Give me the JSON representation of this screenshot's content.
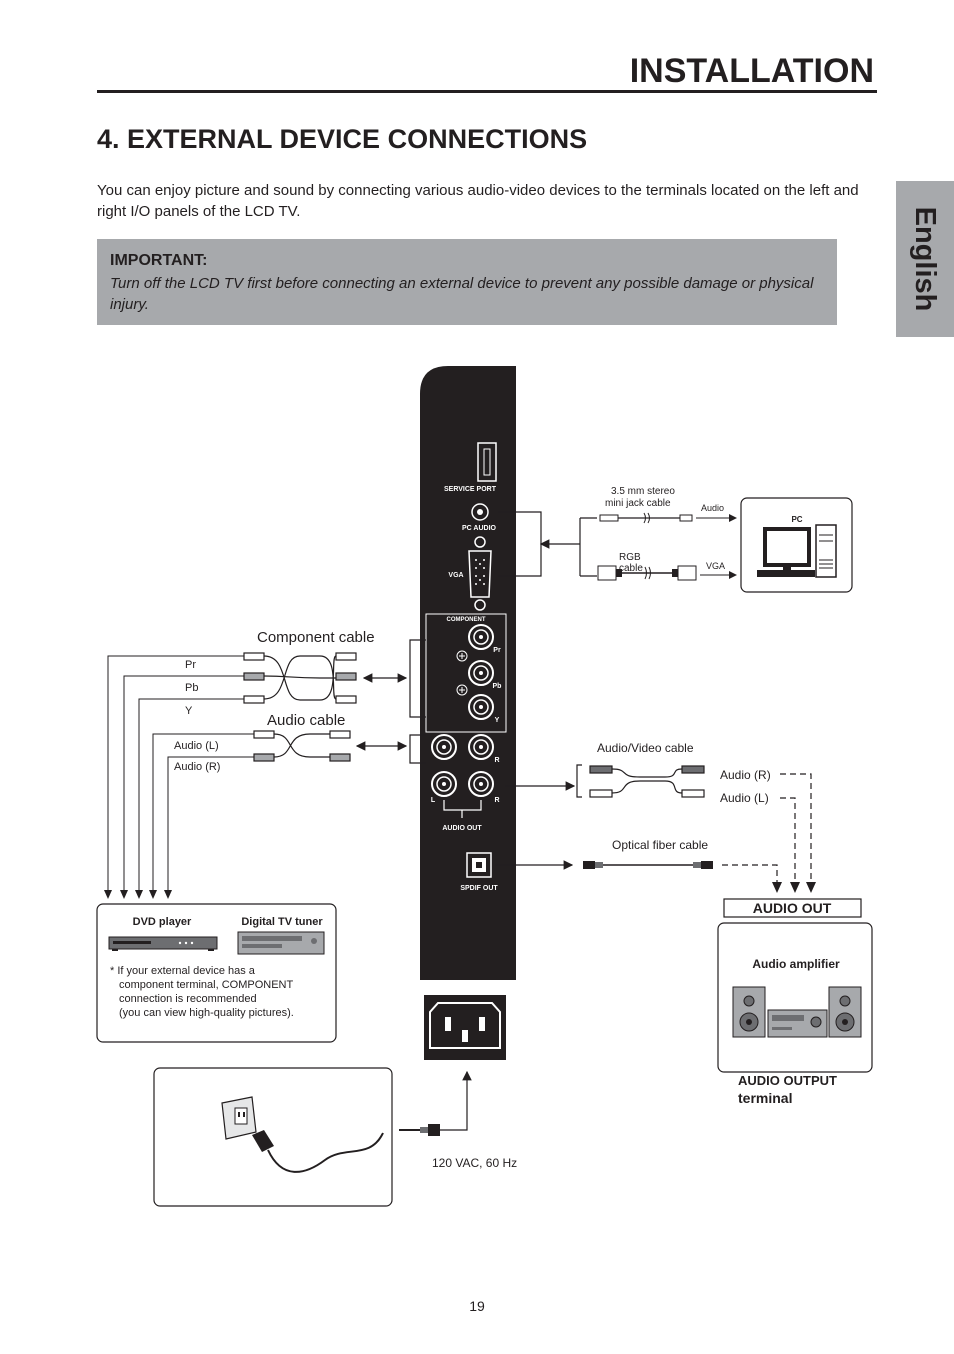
{
  "header": {
    "title": "INSTALLATION",
    "language_tab": "English"
  },
  "section": {
    "title": "4. EXTERNAL DEVICE CONNECTIONS",
    "intro": "You can enjoy picture and sound by connecting various audio-video devices to the terminals located on the left and right I/O panels of the LCD TV."
  },
  "important": {
    "label": "IMPORTANT:",
    "text": "Turn off the LCD TV first before connecting an external device to prevent any possible damage or physical injury."
  },
  "panel": {
    "service_port": "SERVICE PORT",
    "pc_audio": "PC AUDIO",
    "vga": "VGA",
    "component": "COMPONENT",
    "pr": "Pr",
    "pb": "Pb",
    "y": "Y",
    "r": "R",
    "l": "L",
    "audio_out": "AUDIO OUT",
    "spdif_out": "SPDIF OUT"
  },
  "pc": {
    "label": "PC",
    "mini_jack_line1": "3.5 mm stereo",
    "mini_jack_line2": "mini jack cable",
    "audio": "Audio",
    "rgb_line1": "RGB",
    "rgb_line2": "cable",
    "vga": "VGA"
  },
  "left_devices": {
    "component_cable": "Component cable",
    "audio_cable": "Audio cable",
    "pr": "Pr",
    "pb": "Pb",
    "y": "Y",
    "audio_l": "Audio (L)",
    "audio_r": "Audio (R)",
    "dvd_player": "DVD player",
    "digital_tv_tuner": "Digital TV tuner",
    "note_line1": "* If your external device has a",
    "note_line2": "component terminal, COMPONENT",
    "note_line3": "connection is recommended",
    "note_line4": "(you can view high-quality pictures)."
  },
  "right_devices": {
    "av_cable": "Audio/Video cable",
    "audio_r": "Audio (R)",
    "audio_l": "Audio (L)",
    "optical": "Optical fiber cable",
    "audio_out_header": "AUDIO OUT",
    "amplifier": "Audio amplifier",
    "output_terminal_line1": "AUDIO OUTPUT",
    "output_terminal_line2": "terminal"
  },
  "power": {
    "rating": "120 VAC, 60 Hz"
  },
  "footer": {
    "page_number": "19"
  }
}
